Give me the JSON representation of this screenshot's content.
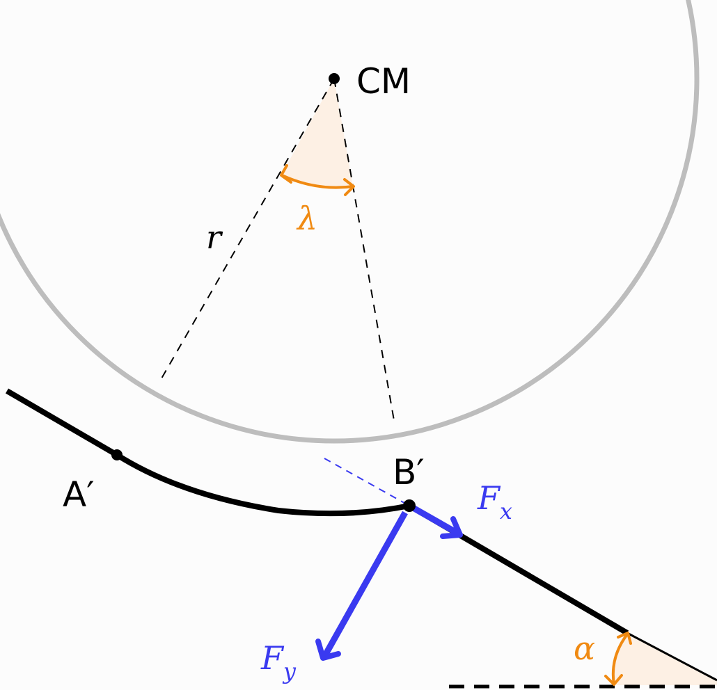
{
  "labels": {
    "cm": "CM",
    "radius": "r",
    "lambda": "λ",
    "a_prime": "A′",
    "b_prime": "B′",
    "fx_main": "F",
    "fx_sub": "x",
    "fy_main": "F",
    "fy_sub": "y",
    "alpha": "α"
  },
  "colors": {
    "background": "#fcfcfc",
    "circle": "#bdbdbd",
    "rope": "#000000",
    "force": "#3a3af0",
    "angle": "#f08a12",
    "angle_fill": "#fdf0e4"
  }
}
